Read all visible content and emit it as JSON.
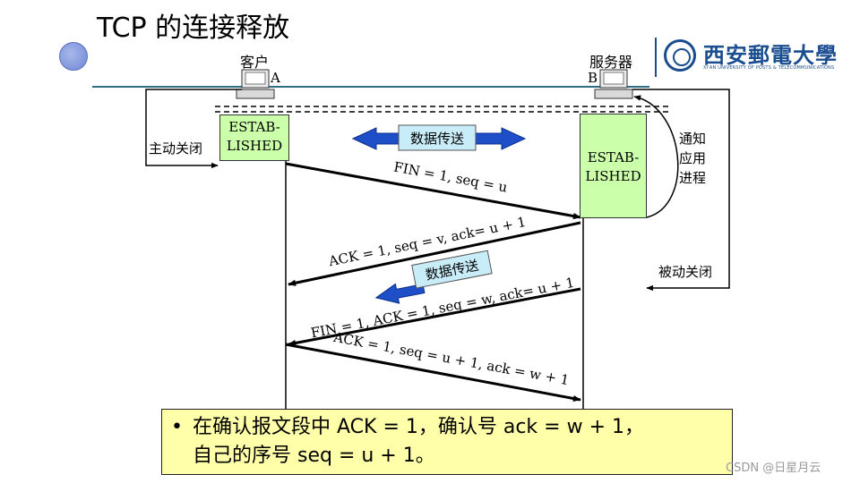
{
  "title": "TCP 的连接释放",
  "logo": {
    "name_cn": "西安郵電大學",
    "name_en": "XI'AN UNIVERSITY OF POSTS & TELECOMMUNICATIONS"
  },
  "client": {
    "label": "客户",
    "id": "A"
  },
  "server": {
    "label": "服务器",
    "id": "B"
  },
  "states": {
    "client": [
      "ESTAB-",
      "LISHED"
    ],
    "server": [
      "ESTAB-",
      "LISHED"
    ]
  },
  "side_labels": {
    "active_close": "主动关闭",
    "notify_app": [
      "通知",
      "应用",
      "进程"
    ],
    "passive_close": "被动关闭"
  },
  "data_transfer": "数据传送",
  "data_transfer_2": "数据传送",
  "segments": {
    "fin_a": "FIN = 1, seq = u",
    "ack_b": "ACK = 1, seq = v, ack= u + 1",
    "fin_b": "FIN = 1, ACK = 1, seq = w, ack= u + 1",
    "ack_a": "ACK = 1, seq = u + 1, ack = w + 1"
  },
  "note": {
    "line1": "在确认报文段中 ACK = 1，确认号 ack = w + 1，",
    "line2": "自己的序号 seq = u + 1。"
  },
  "watermark": "CSDN @日星月云",
  "colors": {
    "state_fill": "#ccffaa",
    "note_fill": "#ffffaa",
    "arrow_blue": "#1f4fc8",
    "data_box": "#c8ecf8"
  }
}
